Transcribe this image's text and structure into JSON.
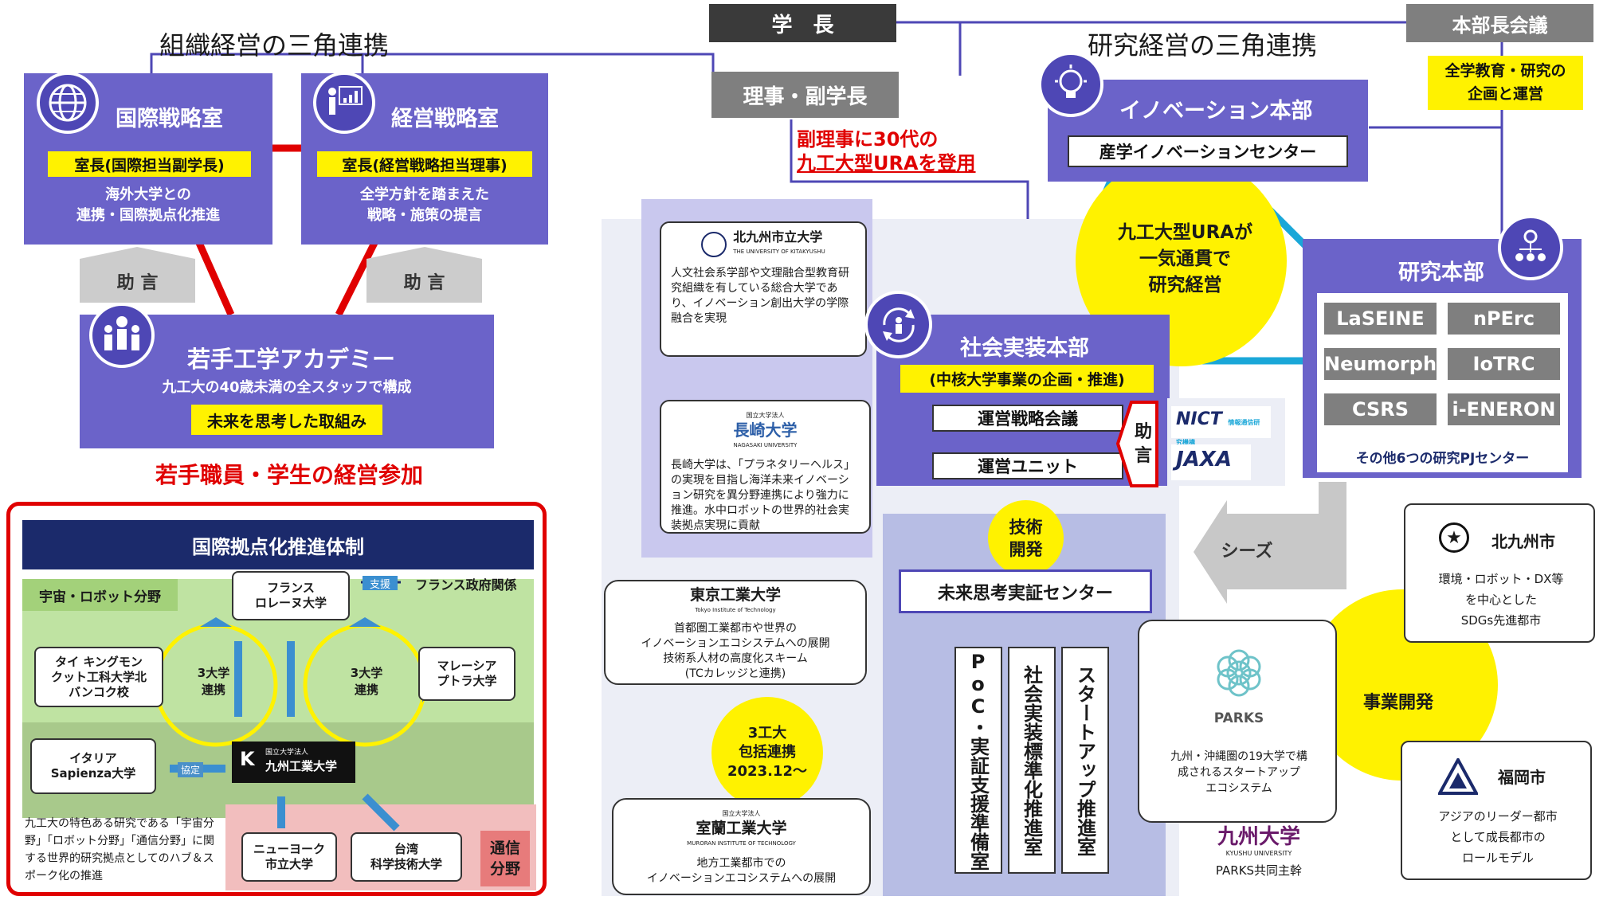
{
  "colors": {
    "purple": "#6b63c9",
    "yellow": "#fff200",
    "red": "#e00000",
    "cyan": "#1aa7d8",
    "grey": "#7f7f7f",
    "navy": "#1b2a6b"
  },
  "top": {
    "org_title": "組織経営の三角連携",
    "research_title": "研究経営の三角連携",
    "president": "学　長",
    "vp": "理事・副学長",
    "hq_meeting": "本部長会議",
    "hq_meeting_role": "全学教育・研究の\n企画と運営",
    "ura_note_l1": "副理事に30代の",
    "ura_note_l2": "九工大型URAを登用"
  },
  "org": {
    "intl": {
      "title": "国際戦略室",
      "head": "室長(国際担当副学長)",
      "desc_l1": "海外大学との",
      "desc_l2": "連携・国際拠点化推進",
      "icon": "globe-icon"
    },
    "mgmt": {
      "title": "経営戦略室",
      "head": "室長(経営戦略担当理事)",
      "desc_l1": "全学方針を踏まえた",
      "desc_l2": "戦略・施策の提言",
      "icon": "presentation-icon"
    },
    "advice_l": "助 言",
    "advice_r": "助 言",
    "academy": {
      "title": "若手工学アカデミー",
      "desc": "九工大の40歳未満の全スタッフで構成",
      "tag": "未来を思考した取組み",
      "icon": "people-icon"
    },
    "caption": "若手職員・学生の経営参加"
  },
  "intl_frame": {
    "title": "国際拠点化推進体制",
    "space_field": "宇宙・ロボット分野",
    "france_gov": "フランス政府関係",
    "support": "支援",
    "france": "フランス\nロレーヌ大学",
    "thai": "タイ キングモン\nクット工科大学北\nバンコク校",
    "malaysia": "マレーシア\nプトラ大学",
    "italy": "イタリア\nSapienza大学",
    "kit_small": "国立大学法人",
    "kit": "九州工業大学",
    "nyu": "ニューヨーク\n市立大学",
    "taiwan": "台湾\n科学技術大学",
    "three_univ_l": "3大学\n連携",
    "three_univ_r": "3大学\n連携",
    "agreement": "協定",
    "comm_field": "通信\n分野",
    "desc": "九工大の特色ある研究である「宇宙分野」「ロボット分野」「通信分野」に関する世界的研究拠点としてのハブ＆スポーク化の推進"
  },
  "research": {
    "innovation": {
      "title": "イノベーション本部",
      "sub": "産学イノベーションセンター",
      "icon": "lightbulb-icon"
    },
    "ura_circle": "九工大型URAが\n一気通貫で\n研究経営",
    "hq": {
      "title": "研究本部",
      "icon": "network-icon",
      "labs": [
        "LaSEINE",
        "nPErc",
        "Neumorph",
        "IoTRC",
        "CSRS",
        "i-ENERON"
      ],
      "note": "その他6つの研究PJセンター"
    },
    "social": {
      "title": "社会実装本部",
      "tag": "(中核大学事業の企画・推進)",
      "unit1": "運営戦略会議",
      "unit2": "運営ユニット",
      "advice": "助\n言",
      "icon": "cycle-icon"
    },
    "tech_dev": "技術\n開発",
    "future_center": "未来思考実証センター",
    "sub_centers": [
      "PoC・実証支援準備室",
      "社会実装標準化推進室",
      "スタートアップ推進室"
    ],
    "seeds": "シーズ",
    "biz_dev": "事業開発",
    "nict": "NICT",
    "nict_sub": "情報通信研究機構",
    "jaxa": "JAXA"
  },
  "partners": {
    "kitakyushu_u": {
      "name": "北九州市立大学",
      "en": "THE UNIVERSITY OF KITAKYUSHU",
      "desc": "人文社会系学部や文理融合型教育研究組織を有している総合大学であり、イノベーション創出大学の学際融合を実現"
    },
    "nagasaki_u": {
      "small": "国立大学法人",
      "name": "長崎大学",
      "en": "NAGASAKI UNIVERSITY",
      "desc": "長崎大学は、「プラネタリーヘルス」の実現を目指し海洋未来イノベーション研究を異分野連携により強力に推進。水中ロボットの世界的社会実装拠点実現に貢献"
    },
    "tokyo_tech": {
      "name": "東京工業大学",
      "en": "Tokyo Institute of Technology",
      "desc": "首都圏工業都市や世界の\nイノベーションエコシステムへの展開\n技術系人材の高度化スキーム\n(TCカレッジと連携)"
    },
    "muroran": {
      "small": "国立大学法人",
      "name": "室蘭工業大学",
      "en": "MURORAN INSTITUTE OF TECHNOLOGY",
      "desc": "地方工業都市での\nイノベーションエコシステムへの展開"
    },
    "three_tech": "3工大\n包括連携\n2023.12〜",
    "parks": {
      "logo": "PARKS",
      "desc": "九州・沖縄圏の19大学で構\n成されるスタートアップ\nエコシステム"
    },
    "kyushu_u": {
      "name": "九州大学",
      "en": "KYUSHU UNIVERSITY",
      "role": "PARKS共同主幹"
    },
    "kitakyushu_city": {
      "name": "北九州市",
      "desc": "環境・ロボット・DX等\nを中心とした\nSDGs先進都市"
    },
    "fukuoka_city": {
      "name": "福岡市",
      "desc": "アジアのリーダー都市\nとして成長都市の\nロールモデル"
    }
  }
}
